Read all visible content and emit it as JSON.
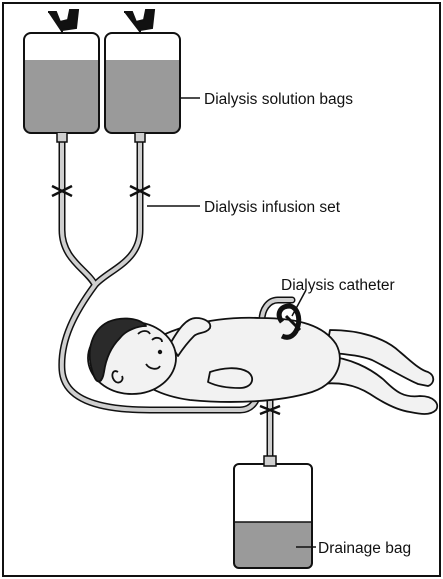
{
  "labels": {
    "solution_bags": "Dialysis solution bags",
    "infusion_set": "Dialysis infusion set",
    "catheter": "Dialysis catheter",
    "drainage_bag": "Drainage bag"
  },
  "colors": {
    "fluid": "#9a9a9a",
    "bag_fill": "#ffffff",
    "outline": "#111111",
    "skin": "#f2f2f2",
    "hair": "#2a2a2a",
    "tube": "#bdbdbd"
  }
}
